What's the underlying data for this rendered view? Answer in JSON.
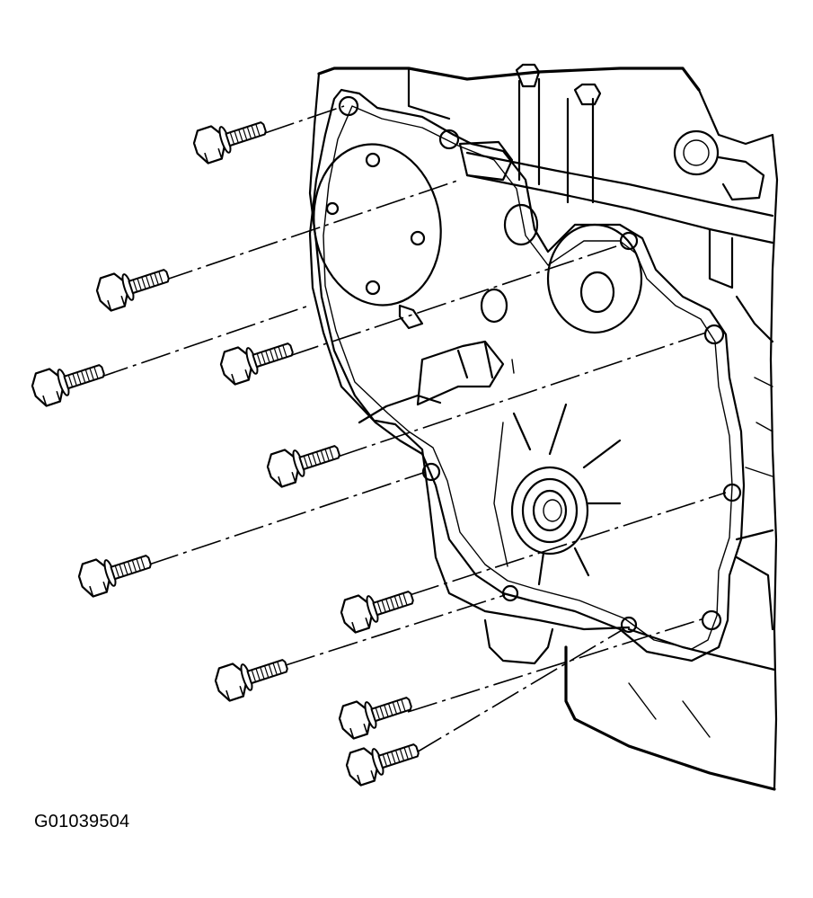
{
  "figure": {
    "id_label": "G01039504",
    "colors": {
      "ink": "#000000",
      "paper": "#ffffff"
    }
  },
  "parts": {
    "bolts": [
      "bolt",
      "bolt",
      "bolt",
      "bolt",
      "bolt",
      "bolt",
      "bolt",
      "bolt",
      "bolt",
      "bolt"
    ]
  }
}
